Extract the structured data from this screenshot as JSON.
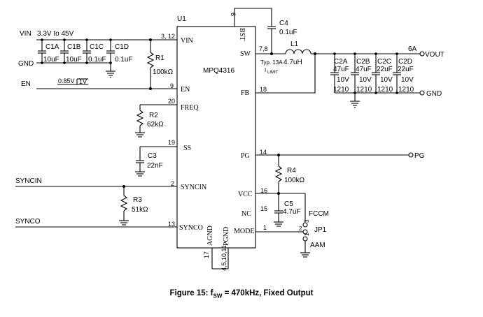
{
  "chip": {
    "ref": "U1",
    "part": "MPQ4316",
    "pins": {
      "vin": {
        "num": "3, 12",
        "name": "VIN"
      },
      "en": {
        "num": "9",
        "name": "EN"
      },
      "freq": {
        "num": "20",
        "name": "FREQ"
      },
      "ss": {
        "num": "19",
        "name": "SS"
      },
      "syncin": {
        "num": "2",
        "name": "SYNCIN"
      },
      "synco": {
        "num": "13",
        "name": "SYNCO"
      },
      "bst": {
        "num": "6",
        "name": "BST"
      },
      "sw": {
        "num": "7,8",
        "name": "SW"
      },
      "fb": {
        "num": "18",
        "name": "FB"
      },
      "pg": {
        "num": "14",
        "name": "PG"
      },
      "vcc": {
        "num": "16",
        "name": "VCC"
      },
      "nc": {
        "num": "15",
        "name": "NC"
      },
      "mode": {
        "num": "1",
        "name": "MODE"
      },
      "agnd": {
        "num": "17",
        "name": "AGND"
      },
      "pgnd": {
        "num": "4,5,10,11",
        "name": "PGND"
      }
    }
  },
  "nets": {
    "vin": "VIN",
    "vin_range": "3.3V to 45V",
    "gnd_left": "GND",
    "en": "EN",
    "syncin": "SYNCIN",
    "synco": "SYNCO",
    "vout": "VOUT",
    "vout_current": "6A",
    "gnd_right": "GND",
    "pg": "PG",
    "en_threshold": "0.85V",
    "en_1v": "1V"
  },
  "components": {
    "c1a": {
      "ref": "C1A",
      "value": "10uF"
    },
    "c1b": {
      "ref": "C1B",
      "value": "10uF"
    },
    "c1c": {
      "ref": "C1C",
      "value": "0.1uF"
    },
    "c1d": {
      "ref": "C1D",
      "value": "0.1uF"
    },
    "r1": {
      "ref": "R1",
      "value": "100kΩ"
    },
    "r2": {
      "ref": "R2",
      "value": "62kΩ"
    },
    "c3": {
      "ref": "C3",
      "value": "22nF"
    },
    "r3": {
      "ref": "R3",
      "value": "51kΩ"
    },
    "c4": {
      "ref": "C4",
      "value": "0.1uF"
    },
    "l1": {
      "ref": "L1",
      "value": "4.7uH",
      "note_prefix": "Typ. 13A",
      "note_i": "I",
      "note_sub": "LIMIT"
    },
    "c2a": {
      "ref": "C2A",
      "value": "47uF",
      "voltage": "10V",
      "size": "1210"
    },
    "c2b": {
      "ref": "C2B",
      "value": "47uF",
      "voltage": "10V",
      "size": "1210"
    },
    "c2c": {
      "ref": "C2C",
      "value": "22uF",
      "voltage": "10V",
      "size": "1210"
    },
    "c2d": {
      "ref": "C2D",
      "value": "22uF",
      "voltage": "10V",
      "size": "1210"
    },
    "r4": {
      "ref": "R4",
      "value": "100kΩ"
    },
    "c5": {
      "ref": "C5",
      "value": "4.7uF"
    },
    "jp1": {
      "ref": "JP1",
      "fccm": "FCCM",
      "aam": "AAM",
      "pin1": "1",
      "pin2": "2",
      "pin3": "3"
    }
  },
  "caption": {
    "prefix": "Figure 15: f",
    "sub": "SW",
    "suffix": " = 470kHz, Fixed Output"
  }
}
